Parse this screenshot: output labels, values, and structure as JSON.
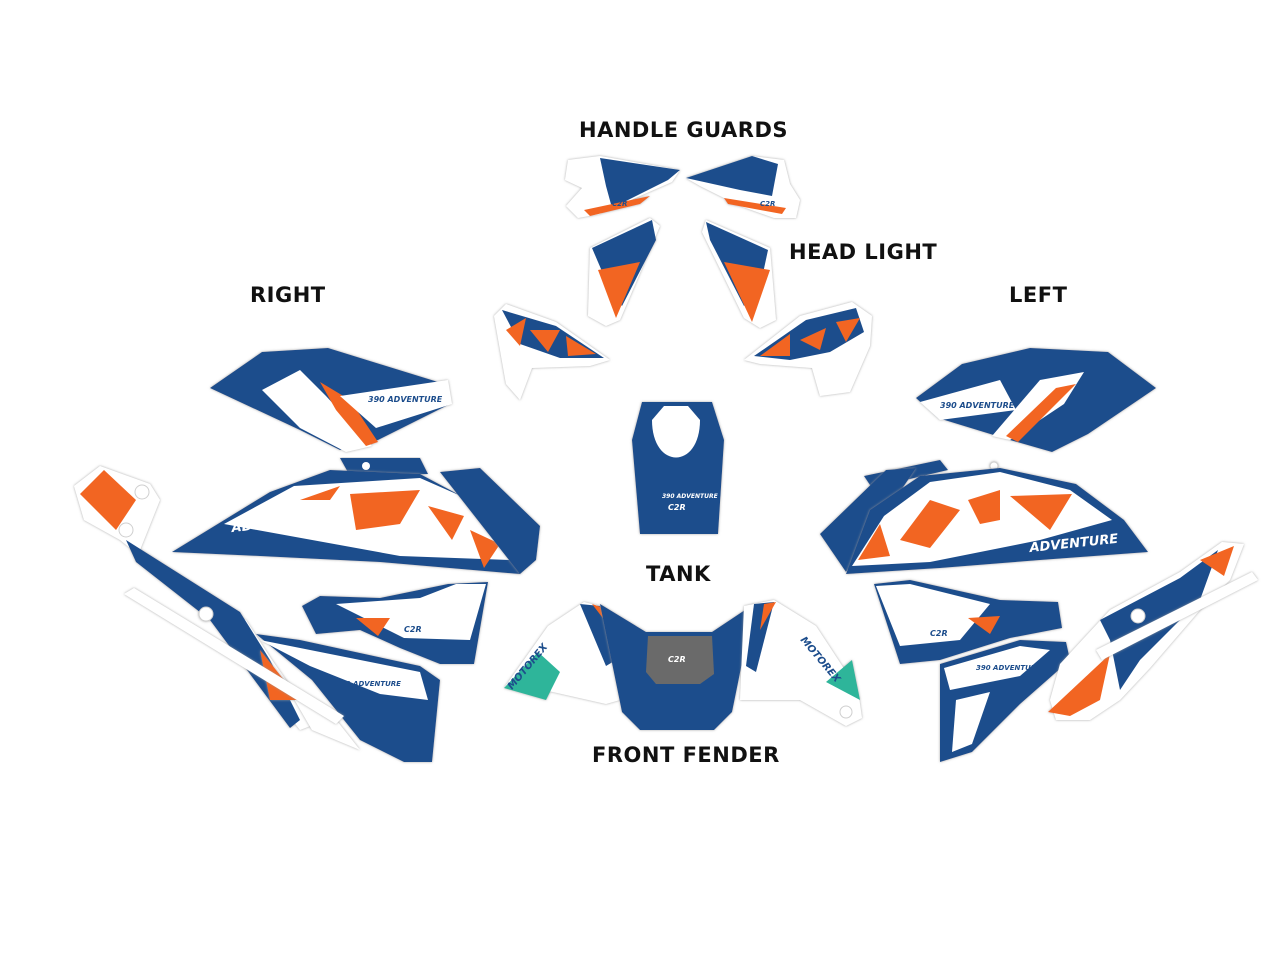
{
  "labels": {
    "handle_guards": "HANDLE GUARDS",
    "head_light": "HEAD LIGHT",
    "right": "RIGHT",
    "left": "LEFT",
    "tank": "TANK",
    "front_fender": "FRONT FENDER"
  },
  "decals": {
    "adventure_right": "ADVENTURE",
    "adventure_left": "ADVENTURE",
    "model_text": "390 ADVENTURE",
    "sponsor": "MOTOREX",
    "brand_mark": "C2R"
  },
  "colors": {
    "blue": "#1f4e8c",
    "orange": "#f26522",
    "teal": "#2fb59a",
    "grey": "#6b6b6b",
    "outline": "#cfcfcf"
  }
}
